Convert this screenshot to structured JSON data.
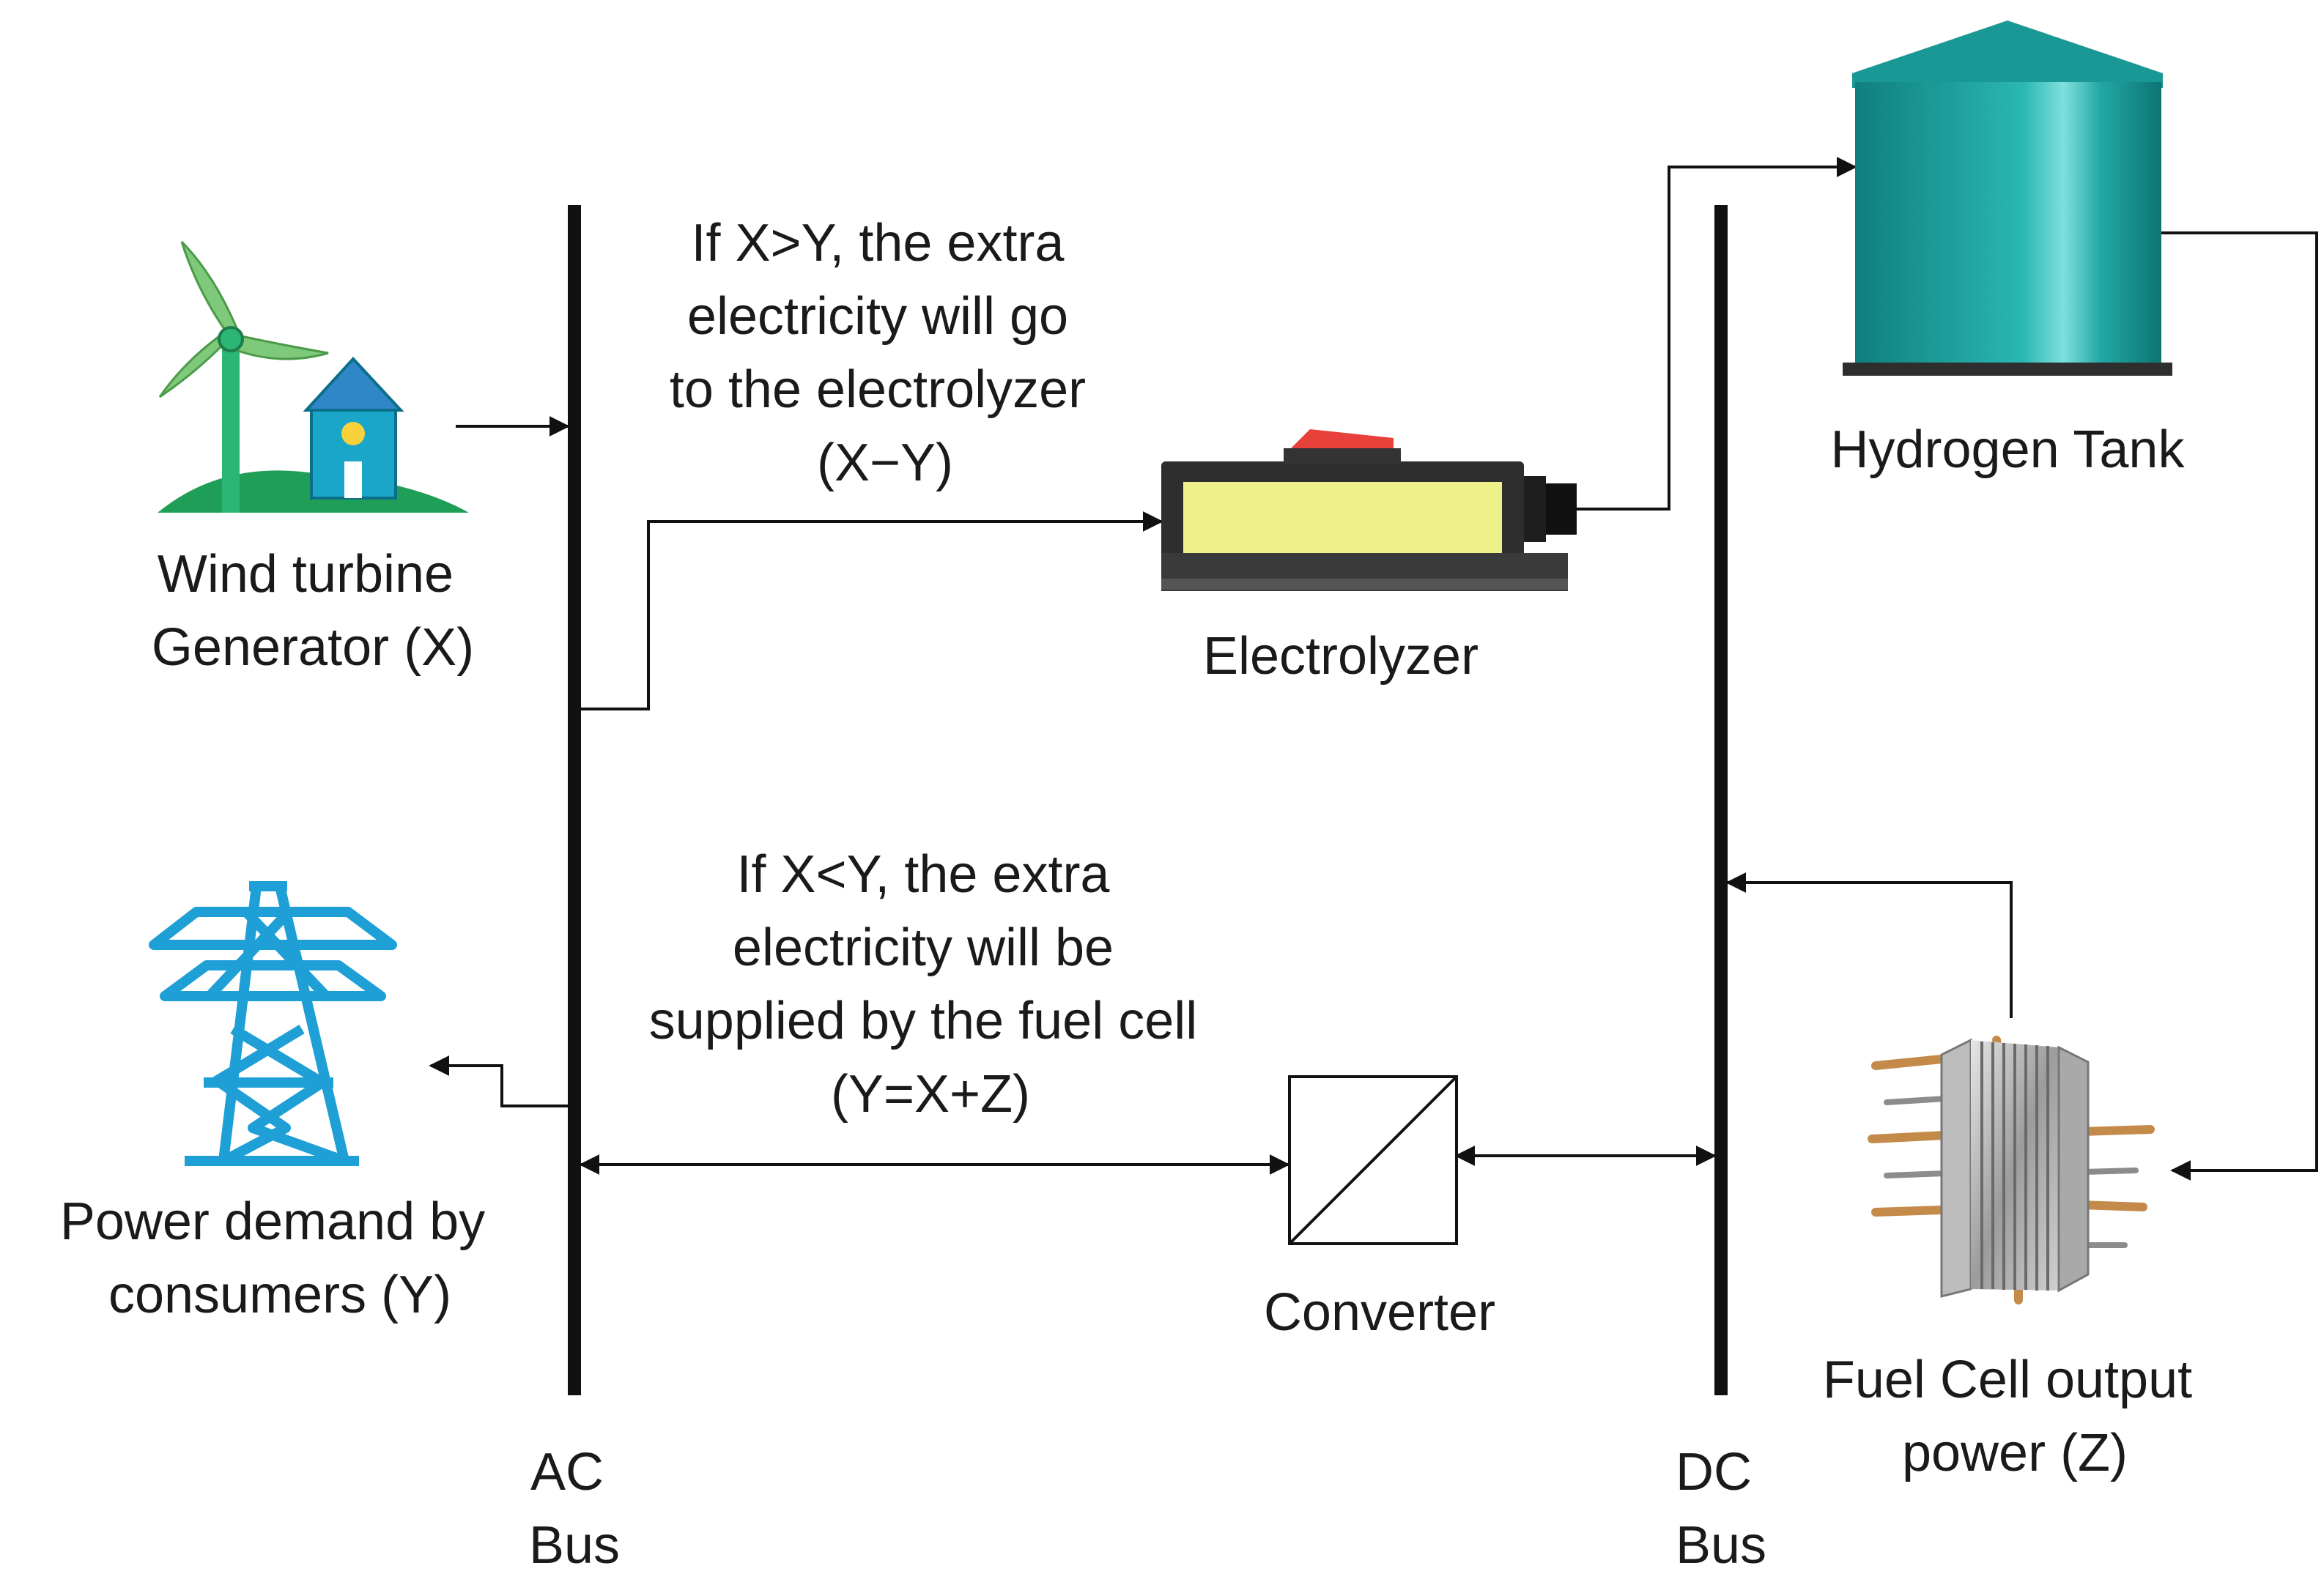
{
  "labels": {
    "wind": [
      "Wind turbine",
      "Generator (X)"
    ],
    "demand": [
      "Power demand by",
      "consumers (Y)"
    ],
    "electrolyzer": "Electrolyzer",
    "tank": "Hydrogen Tank",
    "converter": "Converter",
    "fuel_cell": [
      "Fuel Cell output",
      "power (Z)"
    ],
    "ac_bus": [
      "AC",
      "Bus"
    ],
    "dc_bus": [
      "DC",
      "Bus"
    ],
    "excess_note": [
      "If X>Y, the extra",
      "electricity will go",
      "to the electrolyzer",
      "(X−Y)"
    ],
    "deficit_note": [
      "If X<Y, the extra",
      "electricity will be",
      "supplied by the fuel cell",
      "(Y=X+Z)"
    ]
  },
  "icons": {
    "wind": "wind-turbine-house-icon",
    "demand": "transmission-tower-icon",
    "electrolyzer": "electrolyzer-device-icon",
    "tank": "hydrogen-tank-icon",
    "converter": "dc-ac-converter-icon",
    "fuel_cell": "fuel-cell-stack-icon"
  },
  "colors": {
    "line": "#111111",
    "turbine_green": "#7fc97a",
    "house_blue": "#1aa6c9",
    "tower_blue": "#1e9fd6",
    "electrolyzer_yellow": "#eef08a",
    "switch_red": "#e8403b",
    "tank_teal": "#1fa9a7"
  }
}
